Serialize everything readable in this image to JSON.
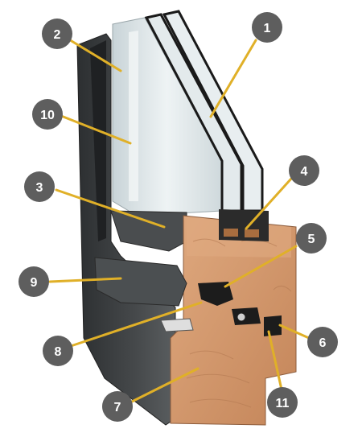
{
  "colors": {
    "badge": "#5e5e5e",
    "leader": "#e0b028",
    "aluminium": "#3e4143",
    "aluminium_light": "#5c6062",
    "wood": "#d39a71",
    "wood_dark": "#b87d55",
    "glass": "#dde5e7",
    "gasket": "#1c1c1c"
  },
  "callouts": [
    {
      "label": "1"
    },
    {
      "label": "2"
    },
    {
      "label": "3"
    },
    {
      "label": "4"
    },
    {
      "label": "5"
    },
    {
      "label": "6"
    },
    {
      "label": "7"
    },
    {
      "label": "8"
    },
    {
      "label": "9"
    },
    {
      "label": "10"
    },
    {
      "label": "11"
    }
  ]
}
